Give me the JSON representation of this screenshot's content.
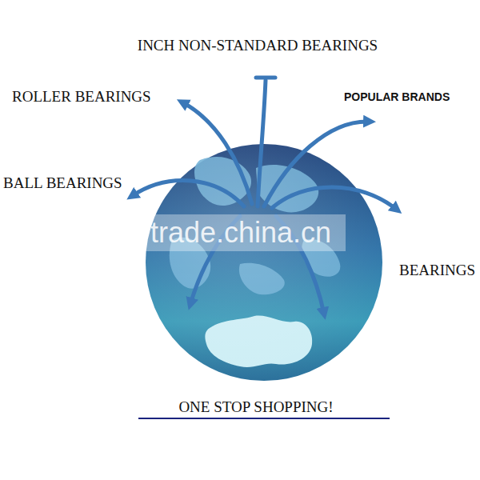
{
  "diagram": {
    "labels": [
      "INCH NON-STANDARD BEARINGS",
      "ROLLER BEARINGS",
      "POPULAR BRANDS",
      "BALL BEARINGS",
      "BEARINGS",
      "trade.china.cn",
      "ONE STOP SHOPPING!"
    ]
  }
}
